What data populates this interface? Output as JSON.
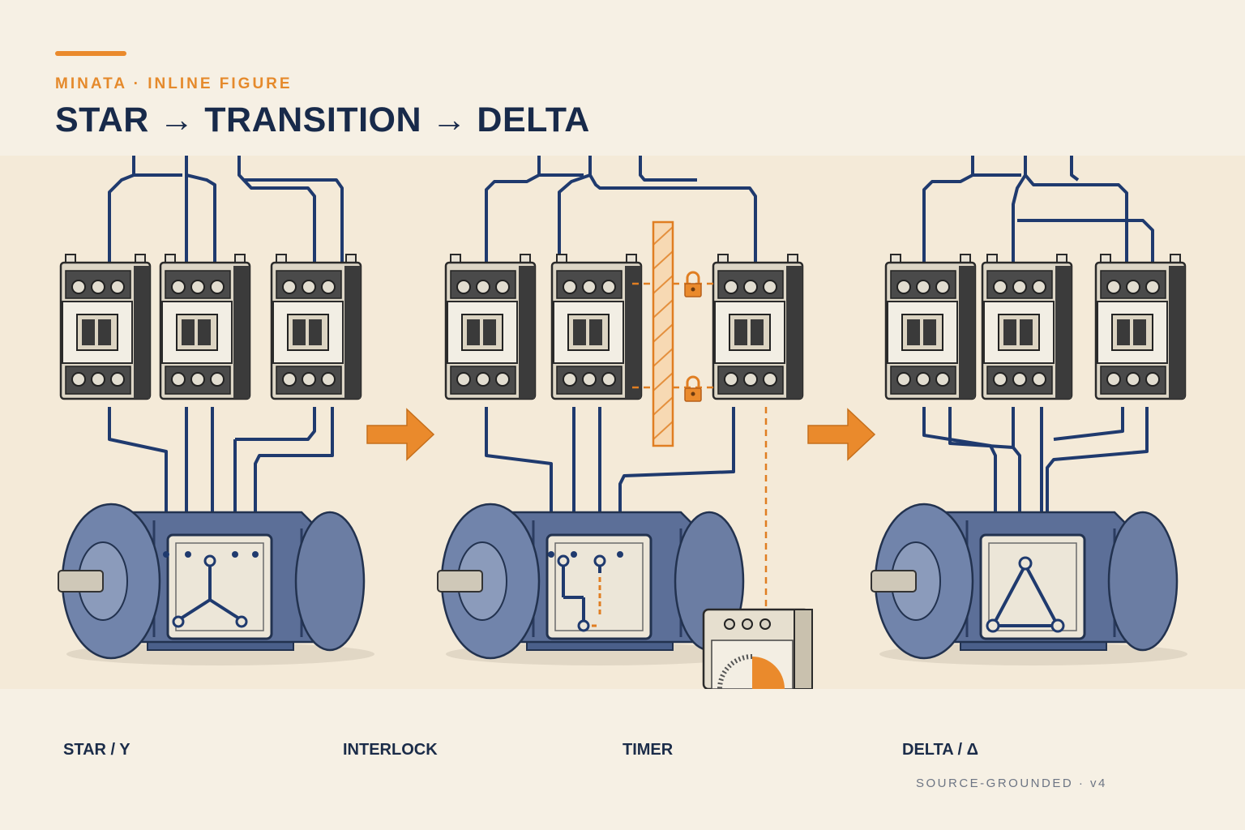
{
  "header": {
    "eyebrow": "MINATA · INLINE FIGURE",
    "title": "STAR → TRANSITION → DELTA"
  },
  "labels": {
    "star": "STAR / Y",
    "interlock": "INTERLOCK",
    "timer": "TIMER",
    "delta": "DELTA / Δ"
  },
  "footer": {
    "note": "SOURCE-GROUNDED · v4"
  },
  "colors": {
    "accent": "#ea8a2c",
    "wire": "#1f3a6e",
    "ink": "#1b2c49",
    "panel": "#f4ead8"
  },
  "icons": [
    "contactor-icon",
    "motor-icon",
    "arrow-right-icon",
    "padlock-icon",
    "timer-relay-icon"
  ]
}
